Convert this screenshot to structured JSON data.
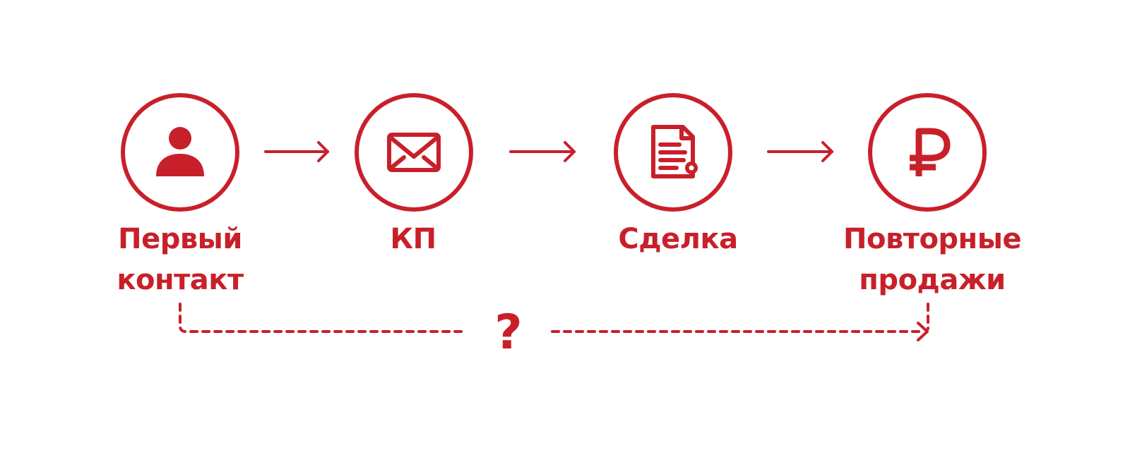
{
  "colors": {
    "accent": "#c8202a",
    "background": "#ffffff"
  },
  "steps": [
    {
      "icon": "person-icon",
      "label_lines": [
        "Первый",
        "контакт"
      ]
    },
    {
      "icon": "envelope-icon",
      "label_lines": [
        "КП"
      ]
    },
    {
      "icon": "document-icon",
      "label_lines": [
        "Сделка"
      ]
    },
    {
      "icon": "ruble-icon",
      "label_lines": [
        "Повторные",
        "продажи"
      ]
    }
  ],
  "link": {
    "label": "?"
  }
}
